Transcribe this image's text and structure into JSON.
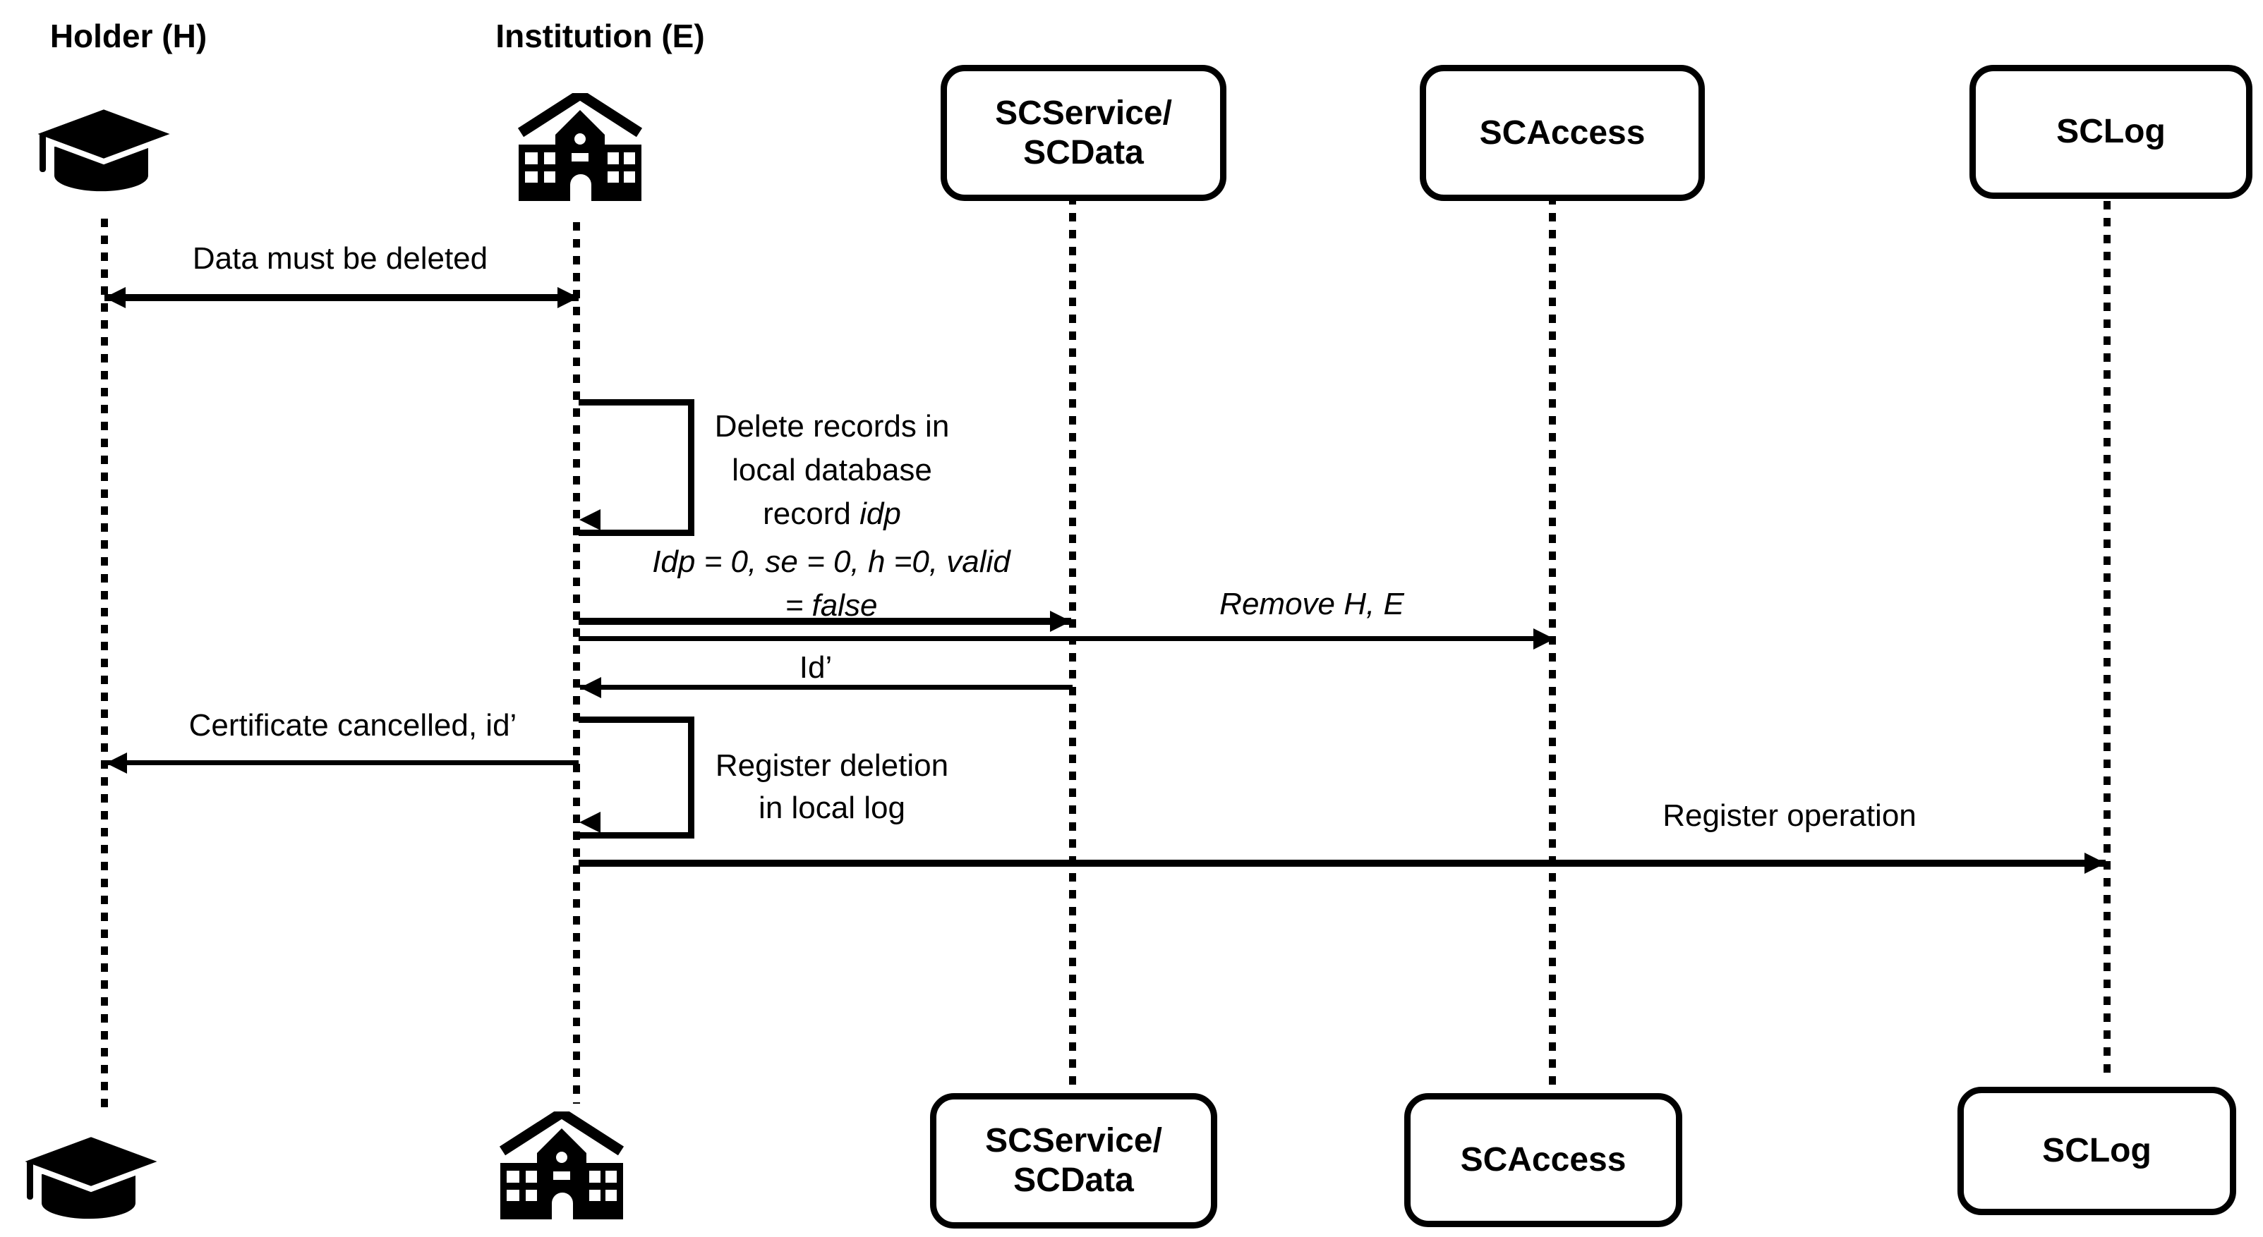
{
  "participants": {
    "holder": {
      "label": "Holder (H)",
      "icon": "graduation-cap-icon"
    },
    "institution": {
      "label": "Institution (E)",
      "icon": "school-building-icon"
    },
    "scservice": {
      "line1": "SCService/",
      "line2": "SCData"
    },
    "scaccess": {
      "label": "SCAccess"
    },
    "sclog": {
      "label": "SCLog"
    }
  },
  "messages": {
    "data_must_be_deleted": {
      "label": "Data must be deleted"
    },
    "delete_records": {
      "line1": "Delete records in",
      "line2": "local database",
      "line3_prefix": "record ",
      "line3_italic": "idp"
    },
    "idp_params": {
      "line1": "Idp = 0, se = 0, h =0, valid",
      "line2": "= false"
    },
    "remove_h_e": {
      "label": "Remove H, E"
    },
    "id_prime": {
      "label": "Id’"
    },
    "certificate_cancelled": {
      "label": "Certificate cancelled, id’"
    },
    "register_deletion": {
      "line1": "Register deletion",
      "line2": "in local log"
    },
    "register_operation": {
      "label": "Register operation"
    }
  },
  "colors": {
    "ink": "#000000",
    "background": "#ffffff"
  }
}
